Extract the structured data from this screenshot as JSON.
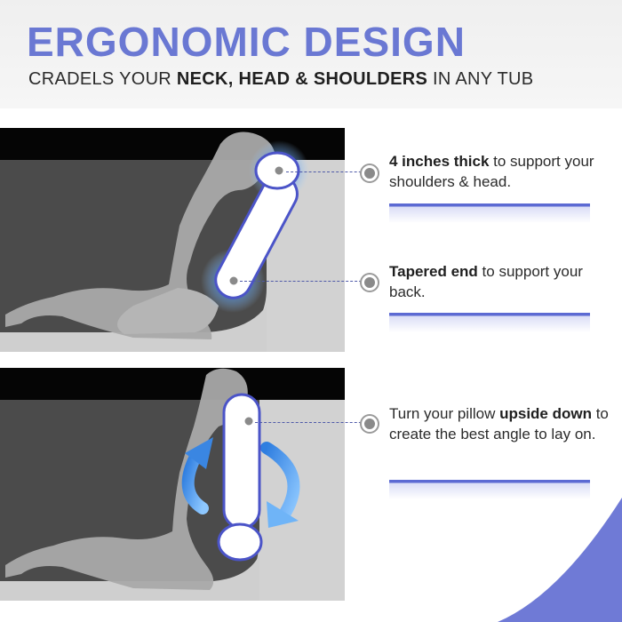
{
  "header": {
    "title": "ERGONOMIC DESIGN",
    "subtitle_pre": "CRADELS YOUR ",
    "subtitle_bold": "NECK, HEAD & SHOULDERS",
    "subtitle_post": " IN ANY TUB"
  },
  "callouts": [
    {
      "bold": "4 inches thick",
      "rest": " to support your shoulders & head."
    },
    {
      "bold": "Tapered end",
      "rest": " to support your back."
    },
    {
      "pre": "Turn your pillow ",
      "bold": "upside down",
      "rest": " to create the best angle to lay on."
    }
  ],
  "colors": {
    "accent": "#6a78d3",
    "divider": "#5c6ad3",
    "tub_dark": "#4a4a4a",
    "tub_light": "#cfcfcf",
    "rim": "#000000"
  }
}
